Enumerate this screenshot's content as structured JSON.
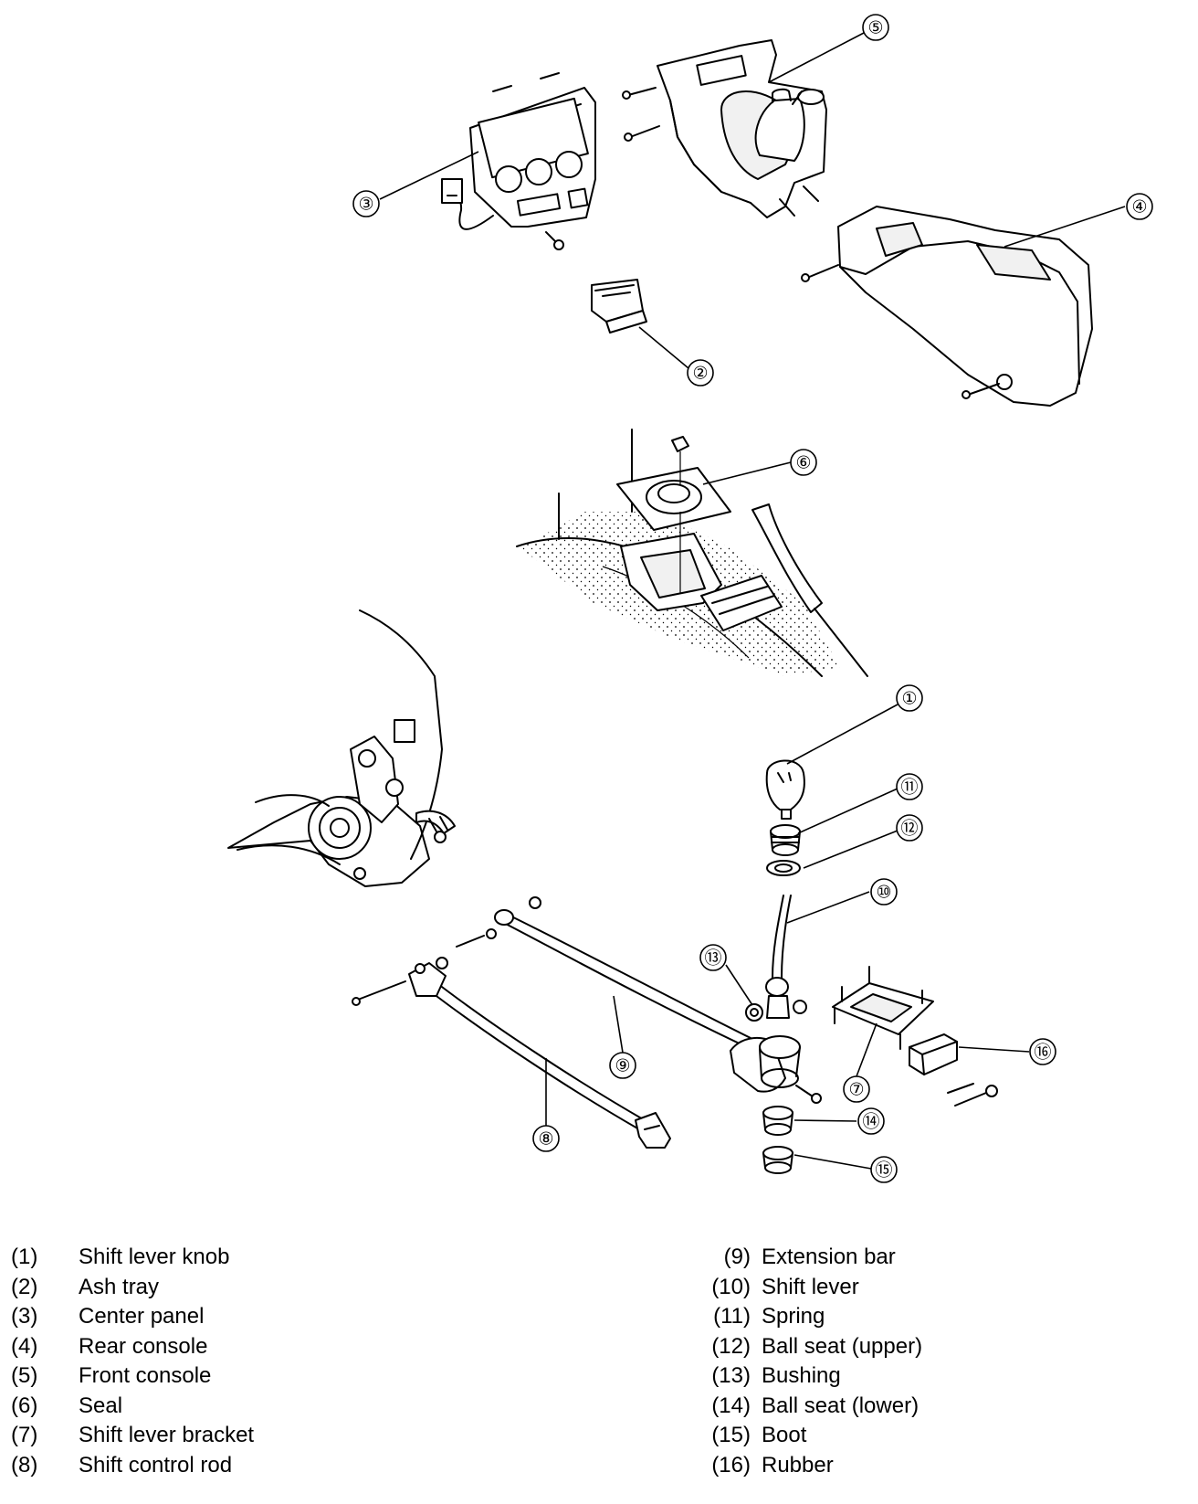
{
  "callouts": [
    {
      "label": "①",
      "part": "Shift lever knob"
    },
    {
      "label": "②",
      "part": "Ash tray"
    },
    {
      "label": "③",
      "part": "Center panel"
    },
    {
      "label": "④",
      "part": "Rear console"
    },
    {
      "label": "⑤",
      "part": "Front console"
    },
    {
      "label": "⑥",
      "part": "Seal"
    },
    {
      "label": "⑦",
      "part": "Shift lever bracket"
    },
    {
      "label": "⑧",
      "part": "Shift control rod"
    },
    {
      "label": "⑨",
      "part": "Extension bar"
    },
    {
      "label": "⑩",
      "part": "Shift lever"
    },
    {
      "label": "⑪",
      "part": "Spring"
    },
    {
      "label": "⑫",
      "part": "Ball seat (upper)"
    },
    {
      "label": "⑬",
      "part": "Bushing"
    },
    {
      "label": "⑭",
      "part": "Ball seat (lower)"
    },
    {
      "label": "⑮",
      "part": "Boot"
    },
    {
      "label": "⑯",
      "part": "Rubber"
    }
  ],
  "legend": {
    "left": [
      {
        "num": "(1)",
        "name": "Shift lever knob"
      },
      {
        "num": "(2)",
        "name": "Ash tray"
      },
      {
        "num": "(3)",
        "name": "Center panel"
      },
      {
        "num": "(4)",
        "name": "Rear console"
      },
      {
        "num": "(5)",
        "name": "Front console"
      },
      {
        "num": "(6)",
        "name": "Seal"
      },
      {
        "num": "(7)",
        "name": "Shift lever bracket"
      },
      {
        "num": "(8)",
        "name": "Shift control rod"
      }
    ],
    "right": [
      {
        "num": "(9)",
        "name": "Extension bar"
      },
      {
        "num": "(10)",
        "name": "Shift lever"
      },
      {
        "num": "(11)",
        "name": "Spring"
      },
      {
        "num": "(12)",
        "name": "Ball seat (upper)"
      },
      {
        "num": "(13)",
        "name": "Bushing"
      },
      {
        "num": "(14)",
        "name": "Ball seat (lower)"
      },
      {
        "num": "(15)",
        "name": "Boot"
      },
      {
        "num": "(16)",
        "name": "Rubber"
      }
    ]
  }
}
